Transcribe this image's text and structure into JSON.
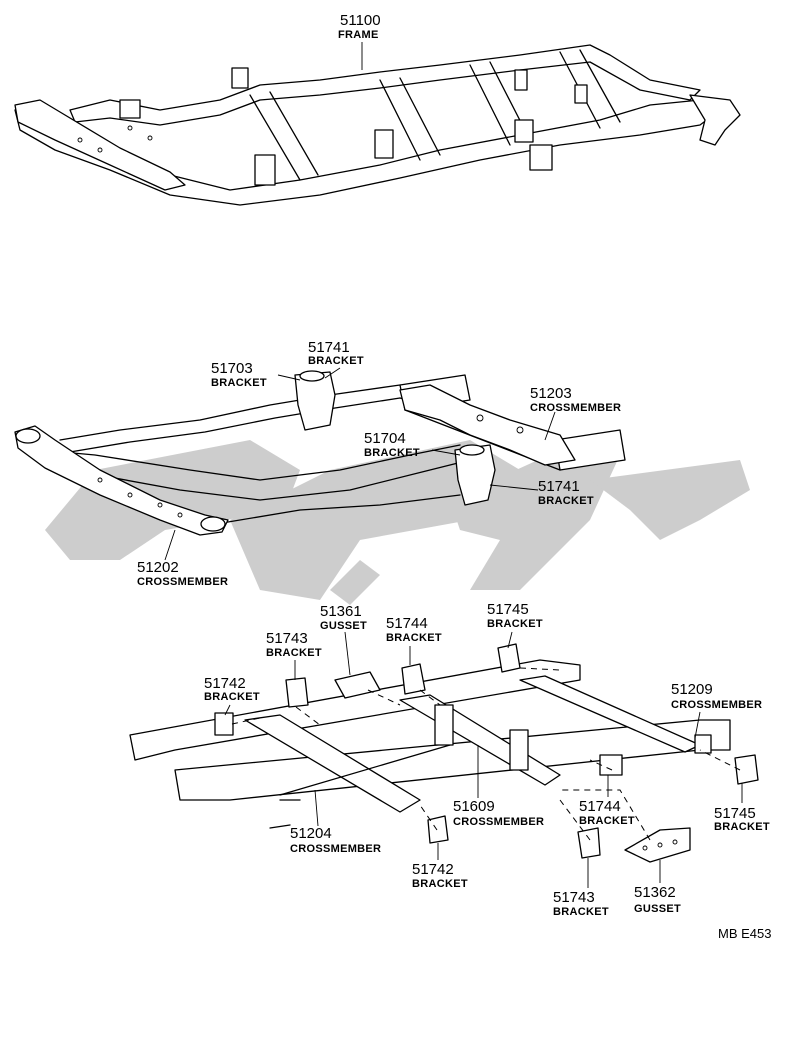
{
  "callouts": [
    {
      "id": "frame",
      "number": "51100",
      "name": "FRAME"
    },
    {
      "id": "bracket-a",
      "number": "51741",
      "name": "BRACKET"
    },
    {
      "id": "bracket-b",
      "number": "51703",
      "name": "BRACKET"
    },
    {
      "id": "crossmember-a",
      "number": "51203",
      "name": "CROSSMEMBER"
    },
    {
      "id": "bracket-c",
      "number": "51704",
      "name": "BRACKET"
    },
    {
      "id": "bracket-d",
      "number": "51741",
      "name": "BRACKET"
    },
    {
      "id": "crossmember-b",
      "number": "51202",
      "name": "CROSSMEMBER"
    },
    {
      "id": "gusset-a",
      "number": "51361",
      "name": "GUSSET"
    },
    {
      "id": "bracket-e",
      "number": "51744",
      "name": "BRACKET"
    },
    {
      "id": "bracket-f",
      "number": "51745",
      "name": "BRACKET"
    },
    {
      "id": "bracket-g",
      "number": "51743",
      "name": "BRACKET"
    },
    {
      "id": "bracket-h",
      "number": "51742",
      "name": "BRACKET"
    },
    {
      "id": "crossmember-c",
      "number": "51209",
      "name": "CROSSMEMBER"
    },
    {
      "id": "crossmember-d",
      "number": "51609",
      "name": "CROSSMEMBER"
    },
    {
      "id": "bracket-i",
      "number": "51744",
      "name": "BRACKET"
    },
    {
      "id": "bracket-j",
      "number": "51745",
      "name": "BRACKET"
    },
    {
      "id": "crossmember-e",
      "number": "51204",
      "name": "CROSSMEMBER"
    },
    {
      "id": "bracket-k",
      "number": "51742",
      "name": "BRACKET"
    },
    {
      "id": "bracket-l",
      "number": "51743",
      "name": "BRACKET"
    },
    {
      "id": "gusset-b",
      "number": "51362",
      "name": "GUSSET"
    }
  ],
  "diagram_ref": "MB  E453"
}
